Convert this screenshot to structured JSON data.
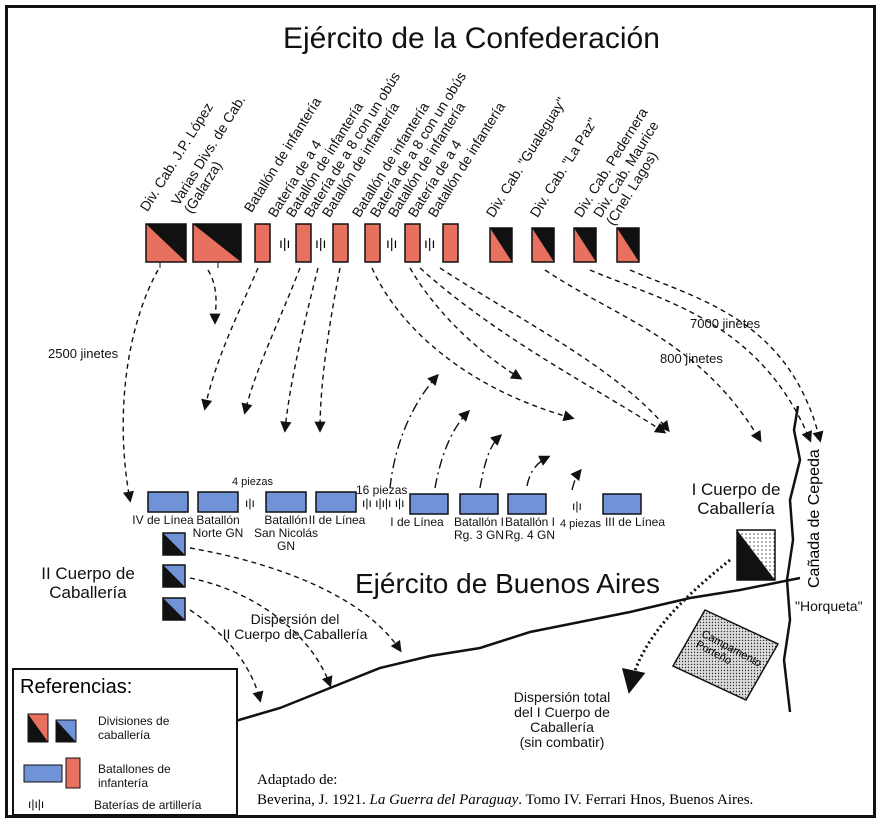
{
  "titles": {
    "confederacion": "Ejército de la Confederación",
    "buenos_aires": "Ejército de Buenos Aires"
  },
  "confederation_units": [
    "Div. Cab. J.P. López",
    "Varias Divs. de Cab.\n(Galarza)",
    "Batallón de infantería",
    "Batería de a 4",
    "Batallón de infantería",
    "Batería de a 8 con un obús",
    "Batallón de infantería",
    "Batallón de infantería",
    "Batería de a 8 con un obús",
    "Batallón de infantería",
    "Batería de a 4",
    "Batallón de infantería",
    "Div. Cab. \"Gualeguay\"",
    "Div. Cab. \"La Paz\"",
    "Div. Cab. Pedernera",
    "Div. Cab. Maurice\n(Cnel. Lagos)"
  ],
  "buenos_aires_units": {
    "iv_linea": "IV de Línea",
    "norte": "Batallón\nNorte GN",
    "san_nicolas": "Batallón\nSan Nicolás\nGN",
    "ii_linea": "II de Línea",
    "i_linea": "I de Línea",
    "rg3": "Batallón I\nRg. 3 GN",
    "rg4": "Batallón I\nRg. 4 GN",
    "iii_linea": "III de Línea",
    "piezas_4a": "4 piezas",
    "piezas_16": "16 piezas",
    "piezas_4b": "4 piezas"
  },
  "annotations": {
    "jinetes_2500": "2500 jinetes",
    "jinetes_7000": "7000 jinetes",
    "jinetes_800": "800 jinetes",
    "i_cuerpo": "I Cuerpo de\nCaballería",
    "ii_cuerpo": "II Cuerpo de\nCaballería",
    "dispersion_ii": "Dispersión del\nII Cuerpo de Caballería",
    "dispersion_total": "Dispersión total\ndel I Cuerpo de\nCaballería\n(sin combatir)",
    "canada": "Cañada de Cepeda",
    "horqueta": "\"Horqueta\"",
    "campamento": "Campamento\nPorteño"
  },
  "legend": {
    "title": "Referencias:",
    "cavalry": "Divisiones de\ncaballería",
    "infantry": "Batallones de\ninfantería",
    "artillery": "Baterías de artillería"
  },
  "source": {
    "line1": "Adaptado de:",
    "line2_prefix": "Beverina, J. 1921. ",
    "line2_title": "La Guerra del Paraguay",
    "line2_suffix": ". Tomo IV. Ferrari Hnos, Buenos Aires."
  },
  "colors": {
    "confederation_red": "#e8705f",
    "buenos_aires_blue": "#6f93d6",
    "black": "#111111"
  }
}
